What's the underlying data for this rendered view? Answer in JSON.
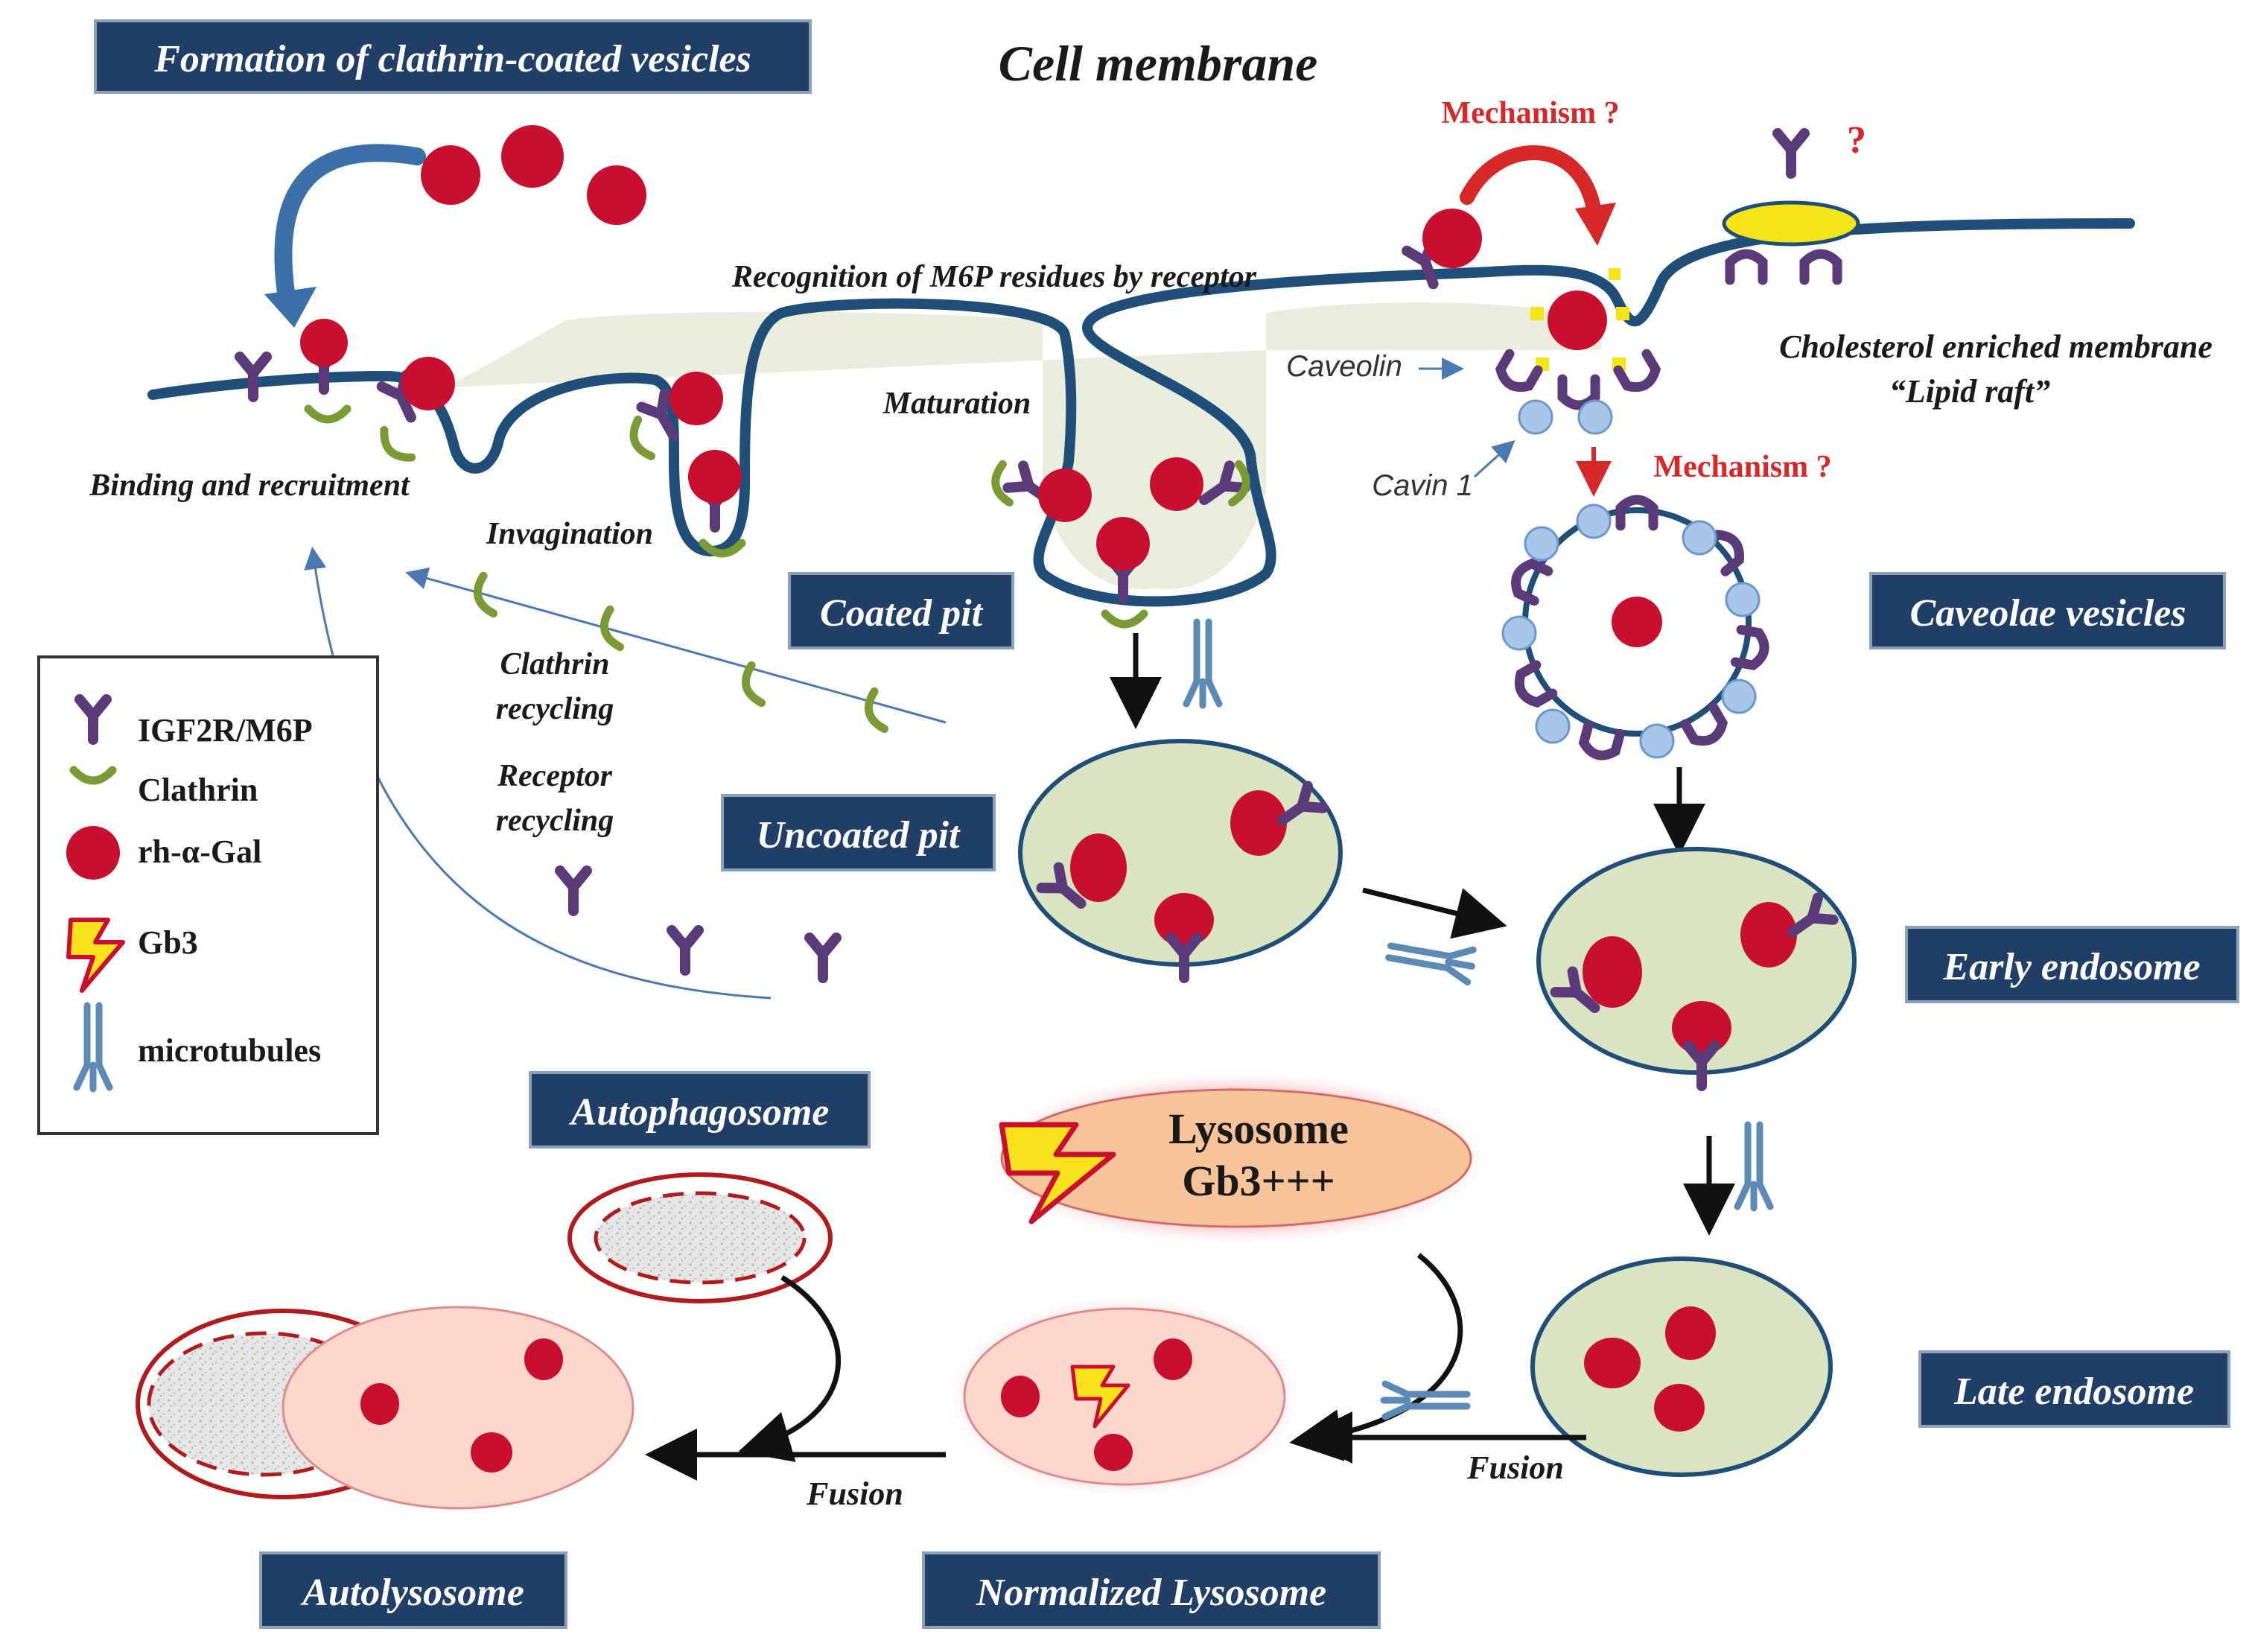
{
  "title": "Cell membrane",
  "colors": {
    "membrane": "#1f4e79",
    "receptor": "#5b3a7a",
    "clathrin": "#7a9a35",
    "enzyme": "#c8102e",
    "vesicle_fill": "#d9e4c1",
    "box_fill": "#1f3f66",
    "mechanism_red": "#d62828",
    "lysosome_fill": "#f7c49a",
    "microtubule": "#5b8ab5"
  },
  "boxes": {
    "formation": "Formation of clathrin-coated vesicles",
    "coated_pit": "Coated pit",
    "uncoated_pit": "Uncoated pit",
    "caveolae": "Caveolae vesicles",
    "early_endosome": "Early endosome",
    "late_endosome": "Late endosome",
    "autophagosome": "Autophagosome",
    "autolysosome": "Autolysosome",
    "normalized_lysosome": "Normalized  Lysosome"
  },
  "labels": {
    "recognition": "Recognition of M6P residues by receptor",
    "binding": "Binding and recruitment",
    "invagination": "Invagination",
    "maturation": "Maturation",
    "clathrin_recycling_1": "Clathrin",
    "clathrin_recycling_2": "recycling",
    "receptor_recycling_1": "Receptor",
    "receptor_recycling_2": "recycling",
    "caveolin": "Caveolin",
    "cavin": "Cavin 1",
    "cholesterol_1": "Cholesterol enriched membrane",
    "cholesterol_2": "“Lipid raft”",
    "mechanism_top": "Mechanism ?",
    "mechanism_bottom": "Mechanism ?",
    "question": "?",
    "fusion_right": "Fusion",
    "fusion_left": "Fusion",
    "lysosome_1": "Lysosome",
    "lysosome_2": "Gb3+++"
  },
  "legend": [
    {
      "icon": "receptor-icon",
      "label": "IGF2R/M6P"
    },
    {
      "icon": "clathrin-icon",
      "label": "Clathrin"
    },
    {
      "icon": "enzyme-icon",
      "label": "rh-α-Gal"
    },
    {
      "icon": "lightning-icon",
      "label": "Gb3"
    },
    {
      "icon": "microtubule-icon",
      "label": "microtubules"
    }
  ]
}
